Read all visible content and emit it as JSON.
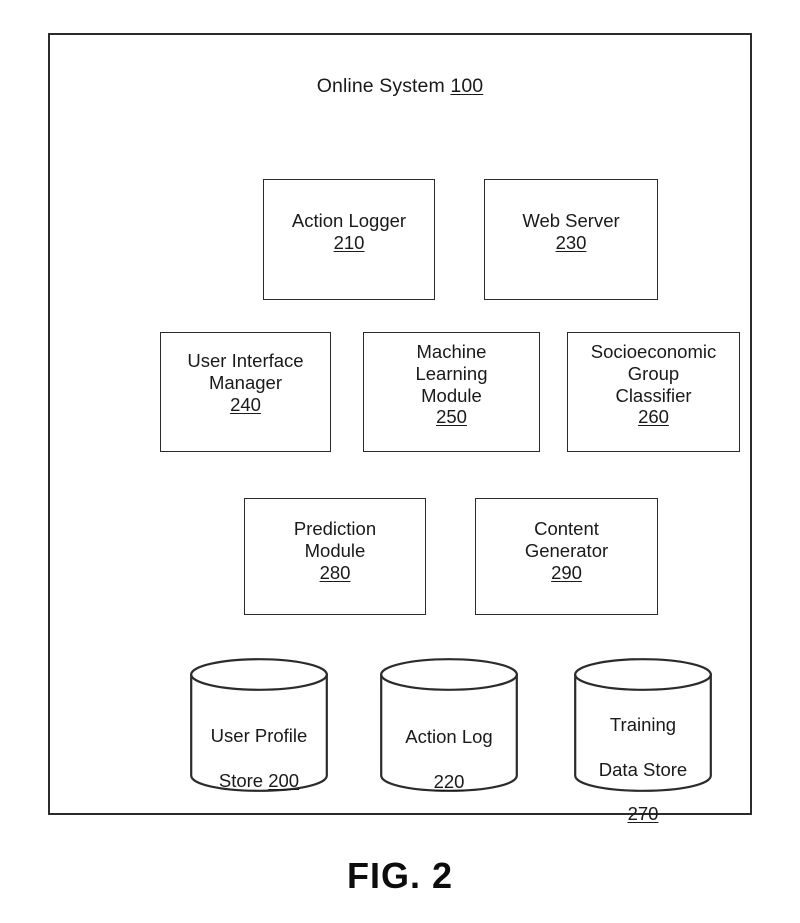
{
  "figure": {
    "caption": "FIG. 2",
    "system_title_text": "Online System",
    "system_ref": "100"
  },
  "colors": {
    "background": "#ffffff",
    "stroke": "#2b2b2b",
    "text": "#1a1a1a"
  },
  "modules": [
    {
      "id": "action-logger",
      "label": "Action Logger",
      "ref": "210"
    },
    {
      "id": "web-server",
      "label": "Web Server",
      "ref": "230"
    },
    {
      "id": "user-interface-manager",
      "label": "User Interface\nManager",
      "ref": "240"
    },
    {
      "id": "machine-learning-module",
      "label": "Machine\nLearning\nModule",
      "ref": "250"
    },
    {
      "id": "socioeconomic-group-classifier",
      "label": "Socioeconomic\nGroup\nClassifier",
      "ref": "260"
    },
    {
      "id": "prediction-module",
      "label": "Prediction\nModule",
      "ref": "280"
    },
    {
      "id": "content-generator",
      "label": "Content\nGenerator",
      "ref": "290"
    }
  ],
  "datastores": [
    {
      "id": "user-profile-store",
      "label_line1": "User Profile",
      "label_line2": "Store ",
      "ref": "200",
      "ref_inline": true
    },
    {
      "id": "action-log",
      "label_line1": "Action Log",
      "label_line2": "",
      "ref": "220",
      "ref_inline": false
    },
    {
      "id": "training-data-store",
      "label_line1": "Training",
      "label_line2": "Data Store",
      "ref": "270",
      "ref_inline": false
    }
  ]
}
